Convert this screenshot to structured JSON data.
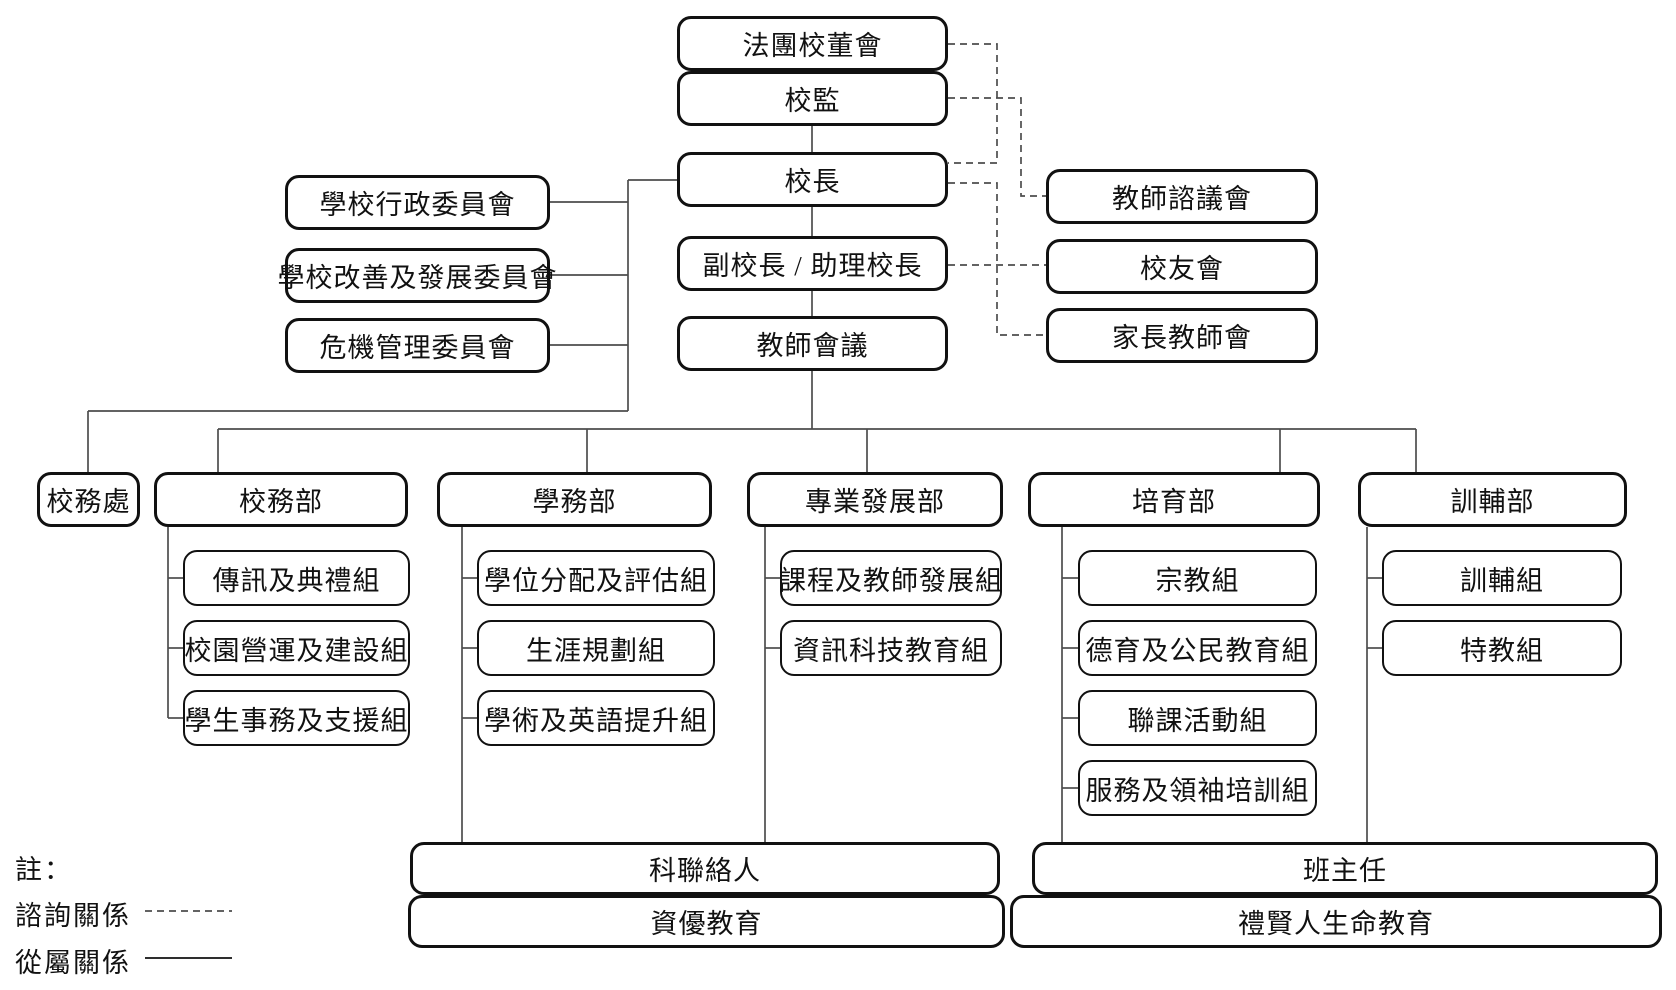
{
  "chart": {
    "governance": {
      "imc": "法團校董會",
      "supervisor": "校監",
      "principal": "校長",
      "vice_principal": "副校長 / 助理校長",
      "teachers_meeting": "教師會議"
    },
    "committees": {
      "admin": "學校行政委員會",
      "improvement": "學校改善及發展委員會",
      "crisis": "危機管理委員會"
    },
    "consultative_bodies": {
      "teachers_council": "教師諮議會",
      "alumni": "校友會",
      "pta": "家長教師會"
    },
    "departments": {
      "general_office": {
        "name": "校務處",
        "teams": []
      },
      "school_affairs": {
        "name": "校務部",
        "teams": [
          "傳訊及典禮組",
          "校園營運及建設組",
          "學生事務及支援組"
        ]
      },
      "academic_affairs": {
        "name": "學務部",
        "teams": [
          "學位分配及評估組",
          "生涯規劃組",
          "學術及英語提升組"
        ]
      },
      "professional_development": {
        "name": "專業發展部",
        "teams": [
          "課程及教師發展組",
          "資訊科技教育組"
        ]
      },
      "nurturing": {
        "name": "培育部",
        "teams": [
          "宗教組",
          "德育及公民教育組",
          "聯課活動組",
          "服務及領袖培訓組"
        ]
      },
      "discipline_counselling": {
        "name": "訓輔部",
        "teams": [
          "訓輔組",
          "特教組"
        ]
      }
    },
    "cross_roles": {
      "subject_liaison": "科聯絡人",
      "gifted_education": "資優教育",
      "class_teachers": "班主任",
      "life_education": "禮賢人生命教育"
    },
    "consultative_links": [
      {
        "from": "法團校董會",
        "to": "校長"
      },
      {
        "from": "校監",
        "to": "教師諮議會"
      },
      {
        "from": "校長",
        "to": "家長教師會"
      },
      {
        "from": "副校長 / 助理校長",
        "to": "校友會"
      }
    ]
  },
  "legend": {
    "title": "註：",
    "consultative": "諮詢關係",
    "subordinate": "從屬關係"
  },
  "colors": {
    "box_border": "#111111",
    "box_fill": "#ffffff",
    "connector": "#4d4d4d",
    "text": "#111111",
    "background": "#ffffff"
  }
}
